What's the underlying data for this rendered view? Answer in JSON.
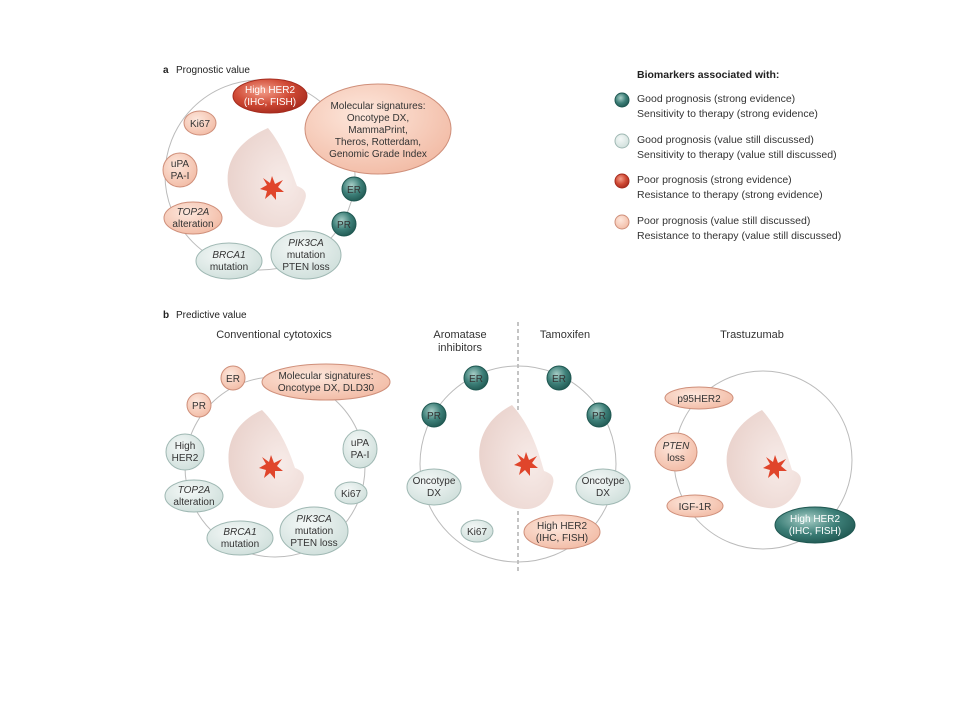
{
  "panels": {
    "a_letter": "a",
    "a_title": "Prognostic value",
    "b_letter": "b",
    "b_title": "Predictive value"
  },
  "sections": {
    "conventional": "Conventional cytotoxics",
    "aromatase_line1": "Aromatase",
    "aromatase_line2": "inhibitors",
    "tamoxifen": "Tamoxifen",
    "trastuzumab": "Trastuzumab"
  },
  "legend": {
    "heading": "Biomarkers associated with:",
    "items": [
      {
        "line1": "Good prognosis (strong evidence)",
        "line2": "Sensitivity to therapy (strong evidence)",
        "style": "good-strong"
      },
      {
        "line1": "Good prognosis (value still discussed)",
        "line2": "Sensitivity to therapy (value still discussed)",
        "style": "good-weak"
      },
      {
        "line1": "Poor prognosis (strong evidence)",
        "line2": "Resistance to therapy (strong evidence)",
        "style": "poor-strong"
      },
      {
        "line1": "Poor prognosis (value still discussed)",
        "line2": "Resistance to therapy (value still discussed)",
        "style": "poor-weak"
      }
    ]
  },
  "colors": {
    "good_strong": "#3d7f78",
    "good_weak": "#d9e6e3",
    "poor_strong": "#c84030",
    "poor_weak": "#f4c6b2",
    "circle_line": "#bbbbbb",
    "breast": "#f1dfda",
    "tumor": "#e0452b",
    "divider": "#888888"
  },
  "a_nodes": {
    "her2": [
      "High HER2",
      "(IHC, FISH)"
    ],
    "molecular": [
      "Molecular signatures:",
      "Oncotype DX,",
      "MammaPrint,",
      "Theros, Rotterdam,",
      "Genomic Grade Index"
    ],
    "ki67": [
      "Ki67"
    ],
    "upa": [
      "uPA",
      "PA-I"
    ],
    "top2a": [
      "TOP2A",
      "alteration"
    ],
    "er": [
      "ER"
    ],
    "pr": [
      "PR"
    ],
    "brca1": [
      "BRCA1",
      "mutation"
    ],
    "pik3ca": [
      "PIK3CA",
      "mutation",
      "PTEN loss"
    ]
  },
  "b_conv_nodes": {
    "er": [
      "ER"
    ],
    "molecular": [
      "Molecular signatures:",
      "Oncotype DX, DLD30"
    ],
    "pr": [
      "PR"
    ],
    "her2": [
      "High",
      "HER2"
    ],
    "upa": [
      "uPA",
      "PA-I"
    ],
    "top2a": [
      "TOP2A",
      "alteration"
    ],
    "ki67": [
      "Ki67"
    ],
    "brca1": [
      "BRCA1",
      "mutation"
    ],
    "pik3ca": [
      "PIK3CA",
      "mutation",
      "PTEN loss"
    ]
  },
  "b_ai_nodes": {
    "er": [
      "ER"
    ],
    "pr": [
      "PR"
    ],
    "oncotype": [
      "Oncotype",
      "DX"
    ],
    "ki67": [
      "Ki67"
    ]
  },
  "b_tam_nodes": {
    "er": [
      "ER"
    ],
    "pr": [
      "PR"
    ],
    "oncotype": [
      "Oncotype",
      "DX"
    ],
    "her2": [
      "High HER2",
      "(IHC, FISH)"
    ]
  },
  "b_tras_nodes": {
    "p95": [
      "p95HER2"
    ],
    "pten": [
      "PTEN",
      "loss"
    ],
    "igf": [
      "IGF-1R"
    ],
    "her2": [
      "High HER2",
      "(IHC, FISH)"
    ]
  }
}
